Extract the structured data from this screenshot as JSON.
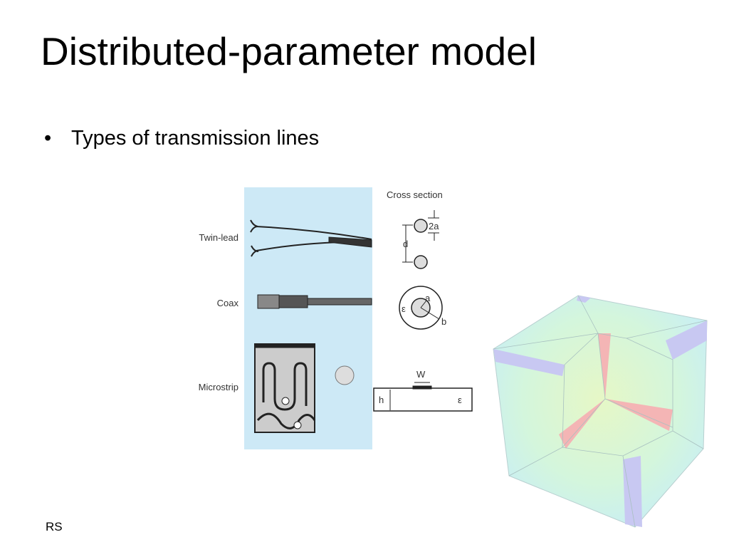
{
  "slide": {
    "title": "Distributed-parameter model",
    "bullets": [
      {
        "label": "Types of transmission lines"
      }
    ],
    "footer": "RS"
  },
  "figure": {
    "cross_section_heading": "Cross section",
    "rows": [
      {
        "label": "Twin-lead",
        "dims": [
          "2a",
          "d"
        ]
      },
      {
        "label": "Coax",
        "dims": [
          "a",
          "b",
          "ε"
        ]
      },
      {
        "label": "Microstrip",
        "dims": [
          "W",
          "h",
          "ε"
        ]
      }
    ],
    "panel_color": "#cde9f6"
  }
}
